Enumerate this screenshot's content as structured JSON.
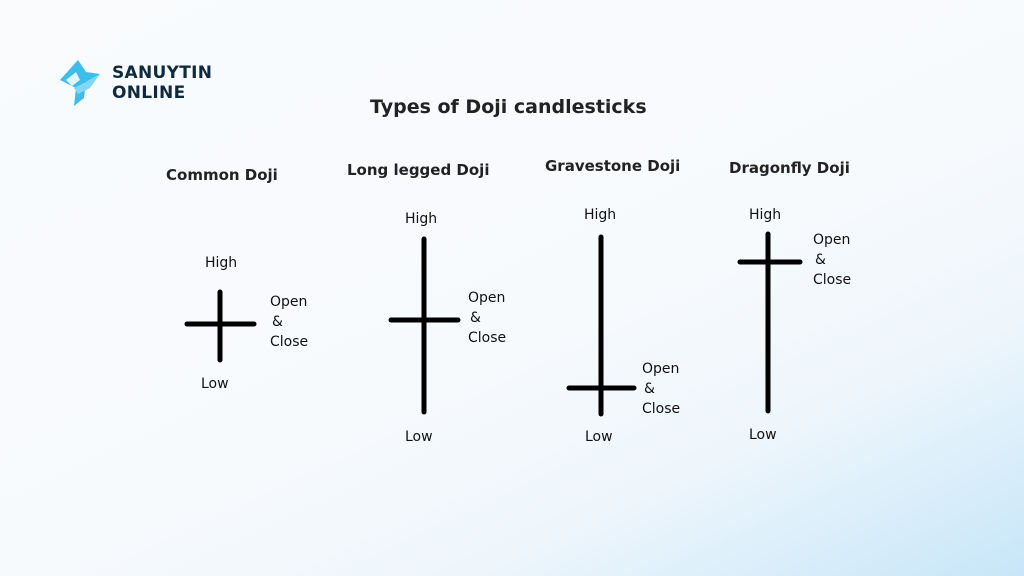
{
  "brand": {
    "line1": "SANUYTIN",
    "line2": "ONLINE",
    "accent": "#3bbfe8",
    "text_color": "#0e2a3e"
  },
  "title": "Types of Doji candlesticks",
  "candles": [
    {
      "name": "Common Doji",
      "high_label": "High",
      "low_label": "Low",
      "open": "Open",
      "amp": "&",
      "close": "Close"
    },
    {
      "name": "Long legged Doji",
      "high_label": "High",
      "low_label": "Low",
      "open": "Open",
      "amp": "&",
      "close": "Close"
    },
    {
      "name": "Gravestone Doji",
      "high_label": "High",
      "low_label": "Low",
      "open": "Open",
      "amp": "&",
      "close": "Close"
    },
    {
      "name": "Dragonfly Doji",
      "high_label": "High",
      "low_label": "Low",
      "open": "Open",
      "amp": "&",
      "close": "Close"
    }
  ],
  "colors": {
    "stroke": "#000000",
    "background_accent": "#c7e6f8"
  }
}
